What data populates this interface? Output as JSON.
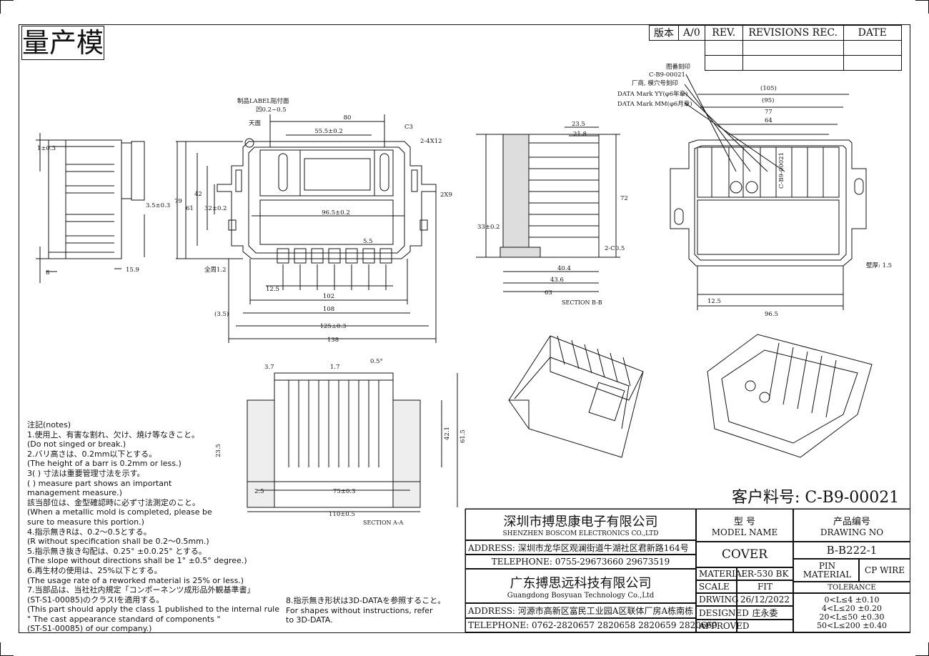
{
  "sheet": {
    "title": "量产模",
    "customer_part_label": "客户料号: C-B9-00021"
  },
  "revision_table": {
    "version_label": "版本",
    "version_value": "A/0",
    "rev_label": "REV.",
    "revisions_label": "REVISIONS REC.",
    "date_label": "DATE"
  },
  "notes": [
    "注記(notes)",
    "1.使用上、有害な割れ、欠け、焼け等なきこと。",
    "  (Do not singed or break.)",
    "2.バリ高さは、0.2mm以下とする。",
    "  (The height of a barr is 0.2mm or less.)",
    "3(      ) 寸法は重要管理寸法を示す。",
    "  (      ) measure part shows an important",
    "   management measure.)",
    "  該当部位は、金型確認時に必ず寸法測定のこと。",
    "  (When a metallic mold is completed, please be",
    "   sure to measure this portion.)",
    "4.指示無きRは、0.2～0.5とする。",
    "  (R without specification shall be 0.2～0.5mm.)",
    "5.指示無き抜き勾配は、0.25° ±0.0.25° とする。",
    "  (The slope without directions shall be 1° ±0.5° degree.)",
    "6.再生材の使用は、25%以下とする。",
    "  (The usage rate of a reworked material is 25% or less.)",
    "7.当部品は、当社社内規定「コンポーネンツ成形品外観基準書」",
    "  (ST-S1-00085)のクラスⅠを適用する。",
    "  (This part should apply the class 1 published to the internal rule",
    "   \" The cast appearance standard of components \"",
    "  (ST-S1-00085) of our company.)"
  ],
  "note8": [
    "8.指示無き形状は3D-DATAを参照すること。",
    "  For shapes without instructions, refer",
    "  to 3D-DATA."
  ],
  "title_block": {
    "company_cn": "深圳市搏思康电子有限公司",
    "company_en": "SHENZHEN BOSCOM ELECTRONICS CO.,LTD",
    "address1": "ADDRESS: 深圳市龙华区观澜街道牛湖社区君新路164号",
    "telephone1": "TELEPHONE: 0755-29673660 29673519",
    "company2_cn": "广东搏思远科技有限公司",
    "company2_en": "Guangdong Bosyuan Technology Co.,Ltd",
    "address2": "ADDRESS: 河源市高新区富民工业园A区联体厂房A栋南栋",
    "telephone2": "TELEPHONE: 0762-2820657 2820658 2820659 2820660",
    "model_label_cn": "型    号",
    "model_label_en": "MODEL NAME",
    "model_value": "COVER",
    "drawing_label_cn": "产品编号",
    "drawing_label_en": "DRAWING NO",
    "drawing_value": "B-B222-1",
    "material_label": "MATERIAL",
    "material_value": "FR-530 BK",
    "pin_material_label": "PIN MATERIAL",
    "pin_material_value": "CP WIRE",
    "scale_label": "SCALE",
    "scale_value": "FIT",
    "tolerance_label": "TOLERANCE",
    "drawing_by_label": "DRWING",
    "drawing_date": "26/12/2022",
    "designed_label": "DESIGNED",
    "designer": "庄永委",
    "approved_label": "APPROVED",
    "tolerances": [
      "0<L≤4   ±0.10",
      "4<L≤20  ±0.20",
      "20<L≤50  ±0.30",
      "50<L≤200 ±0.40"
    ]
  },
  "views": {
    "section_aa": "SECTION A-A",
    "section_bb": "SECTION B-B",
    "front_dims": {
      "d80": "80",
      "d55": "55.5±0.2",
      "d96": "96.5±0.2",
      "d102": "102",
      "d108": "108",
      "d125": "125±0.3",
      "d138": "138",
      "d79": "79",
      "d61": "61",
      "d42": "42",
      "d32": "32±0.2",
      "d12_5": "12.5",
      "d5_5": "5.5",
      "d3_5": "(3.5)",
      "label_note": "制品LABEL贴付面",
      "label_note2": "凹0.2~0.5",
      "top_face": "天面",
      "c3": "C3",
      "holes": "2-4X12",
      "slots": "2X9",
      "all_around": "全周1.2"
    },
    "side_dims": {
      "d1": "1±0.3",
      "d3_5": "3.5±0.3",
      "d15_9": "15.9",
      "d8": "8"
    },
    "section_bb_dims": {
      "d23_5": "23.5",
      "d21_8": "21.8",
      "d72": "72",
      "d43_6": "43.6",
      "d40_4": "40.4",
      "d63": "63",
      "d33": "33±0.2",
      "c0_5": "2-C0.5"
    },
    "right_dims": {
      "d105": "(105)",
      "d95": "(95)",
      "d77": "77",
      "d64": "64",
      "d96_5": "96.5",
      "d12_5": "12.5",
      "wall": "壁厚: 1.5",
      "mark1": "图番刻印",
      "mark2": "C-B9-00021",
      "mark3": "厂商, 模穴号刻印",
      "mark4": "DATA Mark YY(φ6年章)",
      "mark5": "DATA Mark MM(φ6月章)",
      "part_text": "C-B9-00021"
    },
    "section_aa_dims": {
      "d75": "75±0.3",
      "d110": "110±0.5",
      "d61_5": "61.5",
      "d42_1": "42.1",
      "d23_5": "23.5",
      "d3_7": "3.7",
      "d1_7": "1.7",
      "d0_5": "0.5°",
      "d2_5": "2.5"
    }
  }
}
